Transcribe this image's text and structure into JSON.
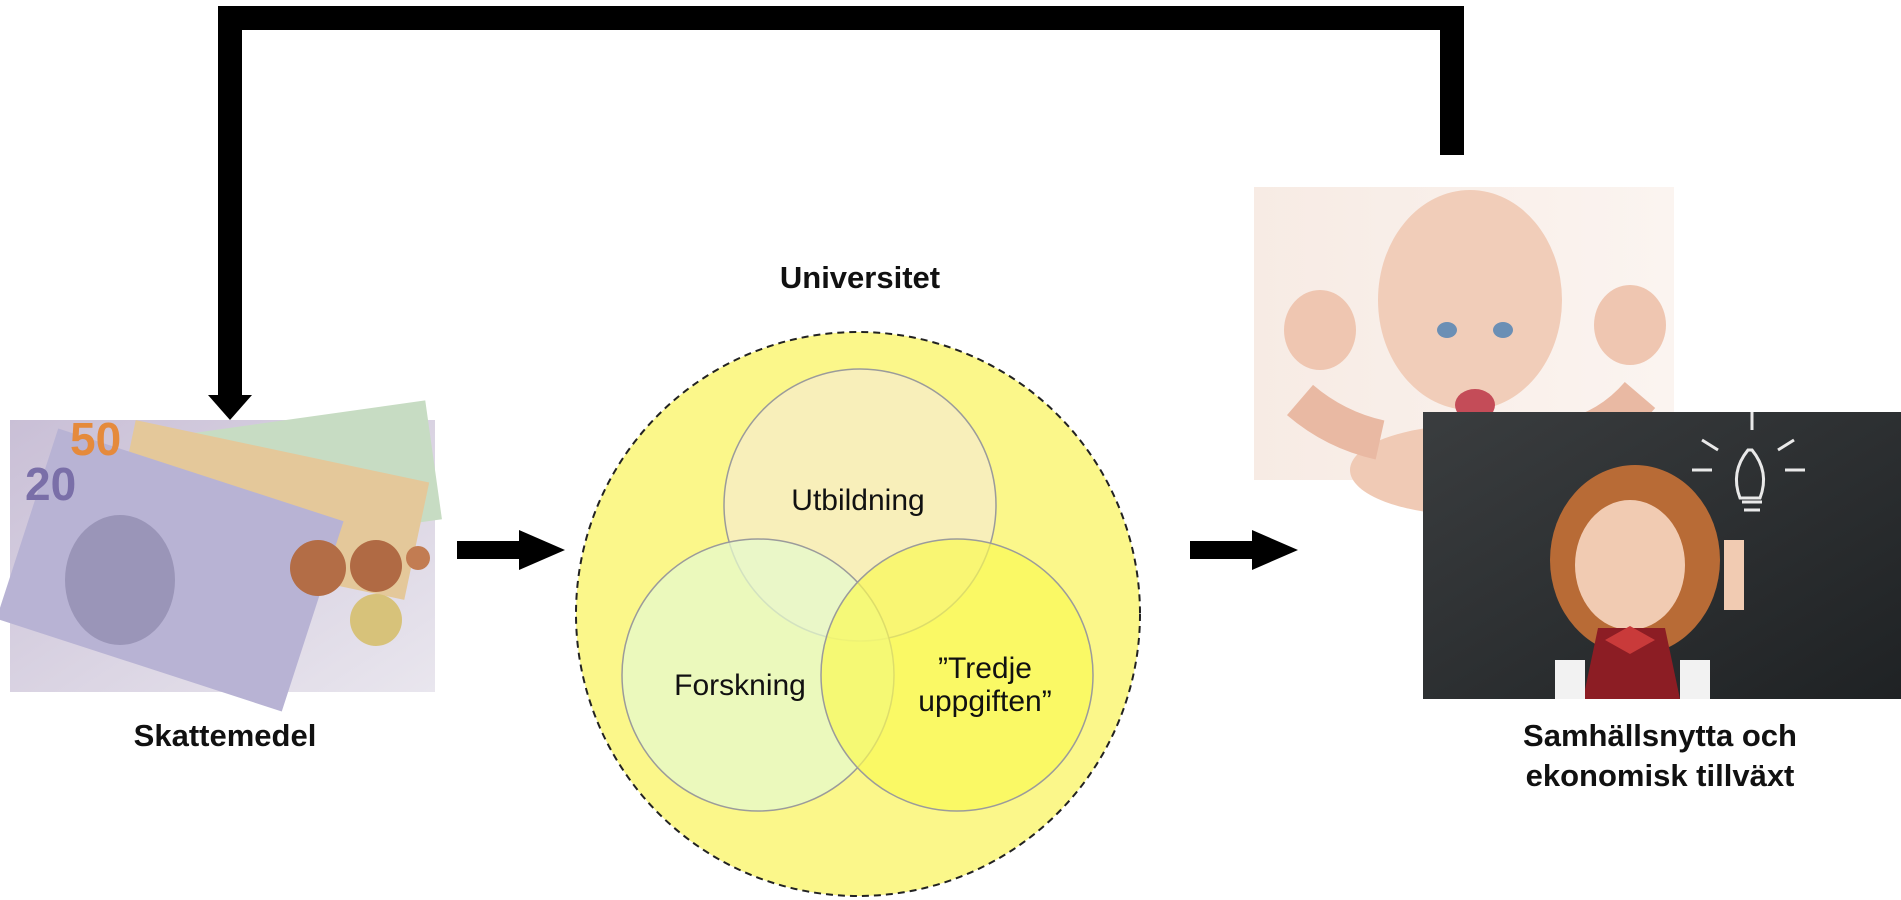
{
  "diagram": {
    "title": "Universitet",
    "input_label": "Skattemedel",
    "output_label_lines": [
      "Samhällsnytta och",
      "ekonomisk tillväxt"
    ],
    "circles": {
      "top": "Utbildning",
      "left": "Forskning",
      "right_lines": [
        "”Tredje",
        "uppgiften”"
      ]
    },
    "images": {
      "money": "swedish-banknotes-and-coins",
      "baby": "strong-baby-flexing",
      "child": "child-with-lightbulb-idea"
    },
    "colors": {
      "outer_circle": "#fbf78a",
      "top_circle": "#f7edc2",
      "left_circle": "#e6f9cc",
      "right_circle": "#fafa55",
      "arrow": "#000000"
    }
  }
}
